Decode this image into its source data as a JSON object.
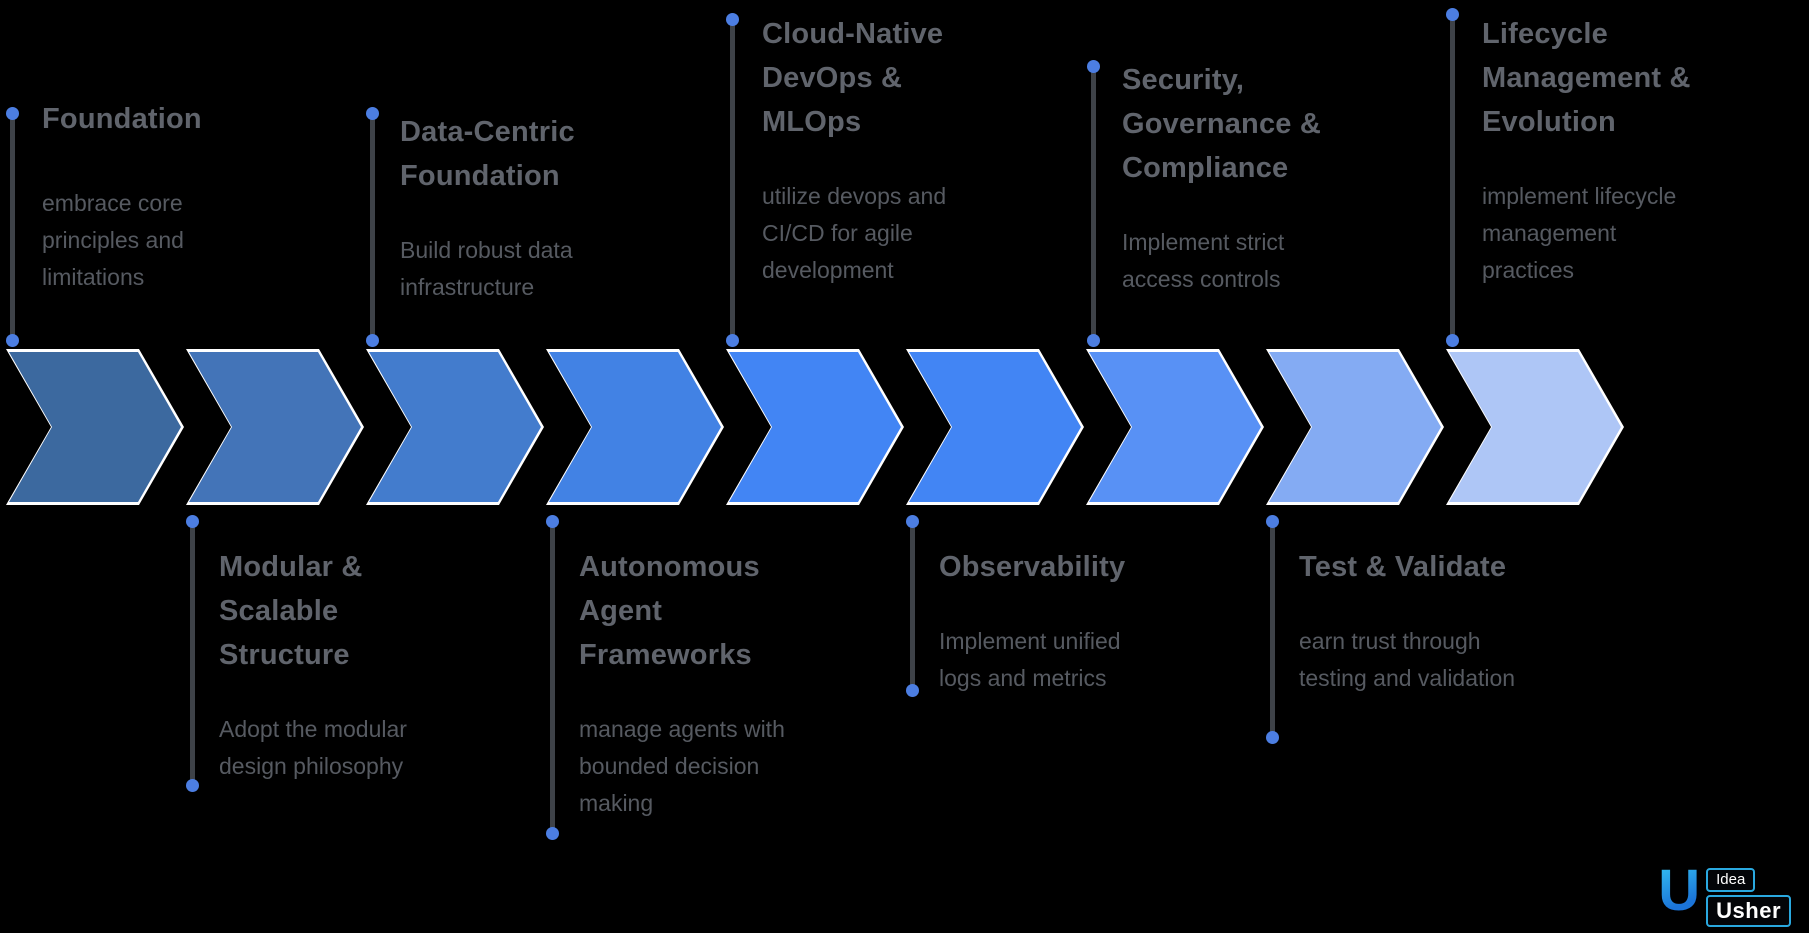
{
  "background_color": "#000000",
  "connector": {
    "line_color": "#3e4248",
    "dot_color": "#4c7ee2"
  },
  "steps": [
    {
      "title": "Foundation",
      "body": "embrace core principles and limitations",
      "position": "top",
      "arrow_color": "#3c699f"
    },
    {
      "title": "Modular & Scalable Structure",
      "body": "Adopt the modular design philosophy",
      "position": "bottom",
      "arrow_color": "#4374b8"
    },
    {
      "title": "Data-Centric Foundation",
      "body": "Build robust data infrastructure",
      "position": "top",
      "arrow_color": "#437ccd"
    },
    {
      "title": "Autonomous Agent Frameworks",
      "body": "manage agents with bounded decision making",
      "position": "bottom",
      "arrow_color": "#4282e4"
    },
    {
      "title": "Cloud-Native DevOps & MLOps",
      "body": "utilize devops and CI/CD for agile development",
      "position": "top",
      "arrow_color": "#4285f4"
    },
    {
      "title": "Observability",
      "body": "Implement unified logs and metrics",
      "position": "bottom",
      "arrow_color": "#4285f4"
    },
    {
      "title": "Security, Governance & Compliance",
      "body": "Implement strict access controls",
      "position": "top",
      "arrow_color": "#5891f5"
    },
    {
      "title": "Test & Validate",
      "body": "earn trust through testing and validation",
      "position": "bottom",
      "arrow_color": "#84abf3"
    },
    {
      "title": "Lifecycle Management & Evolution",
      "body": "implement lifecycle management practices",
      "position": "top",
      "arrow_color": "#aec6f6"
    }
  ],
  "logo": {
    "brand_top": "Idea",
    "brand_bottom": "Usher",
    "accent": "#2aa9e0"
  }
}
